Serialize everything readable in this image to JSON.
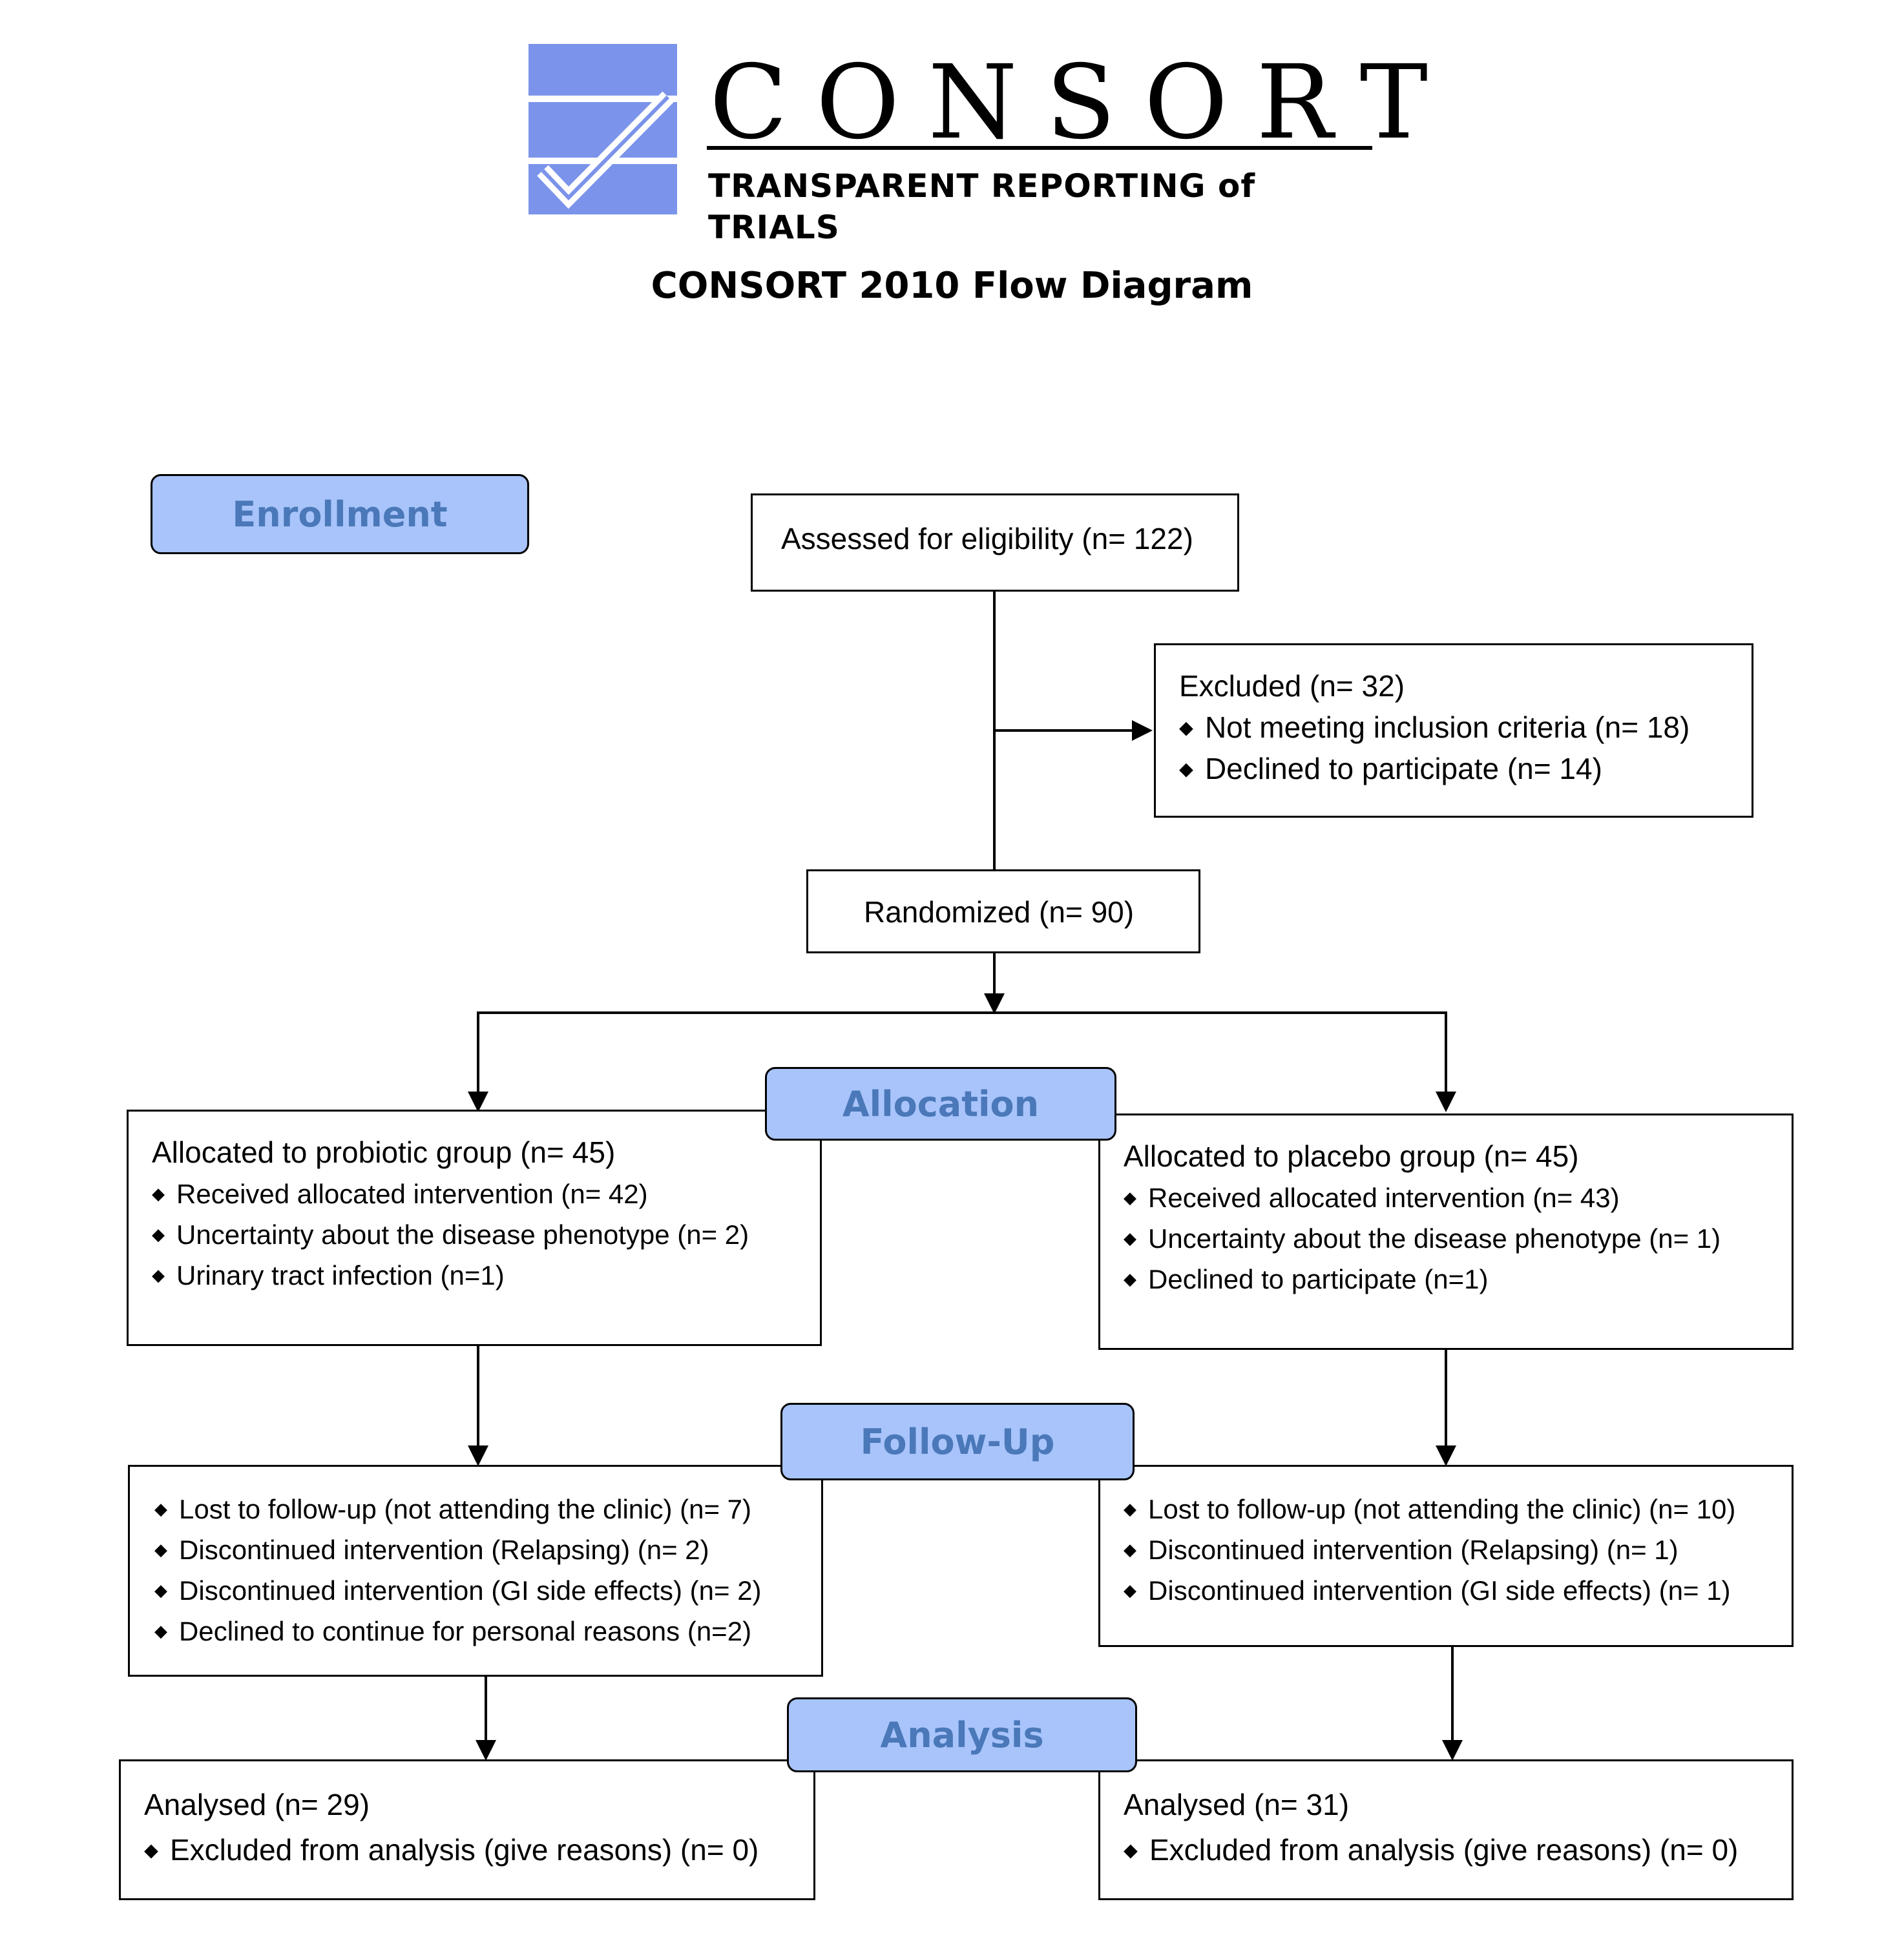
{
  "logo": {
    "wordmark": "CONSORT",
    "tagline": "TRANSPARENT REPORTING of TRIALS",
    "brand_color": "#7b93ea"
  },
  "title": "CONSORT 2010 Flow Diagram",
  "stages": {
    "enrollment": "Enrollment",
    "allocation": "Allocation",
    "follow_up": "Follow-Up",
    "analysis": "Analysis"
  },
  "enrollment": {
    "assessed": "Assessed for eligibility (n= 122)",
    "excluded": {
      "title": "Excluded (n= 32)",
      "items": [
        "Not meeting inclusion criteria (n= 18)",
        "Declined to participate (n= 14)"
      ]
    },
    "randomized": "Randomized (n= 90)"
  },
  "allocation": {
    "left": {
      "title": "Allocated to probiotic group (n= 45)",
      "items": [
        "Received allocated intervention (n= 42)",
        "Uncertainty about the disease phenotype (n= 2)",
        "Urinary tract infection (n=1)"
      ]
    },
    "right": {
      "title": "Allocated to placebo group (n= 45)",
      "items": [
        "Received allocated intervention (n= 43)",
        "Uncertainty about the disease phenotype (n= 1)",
        "Declined to participate (n=1)"
      ]
    }
  },
  "follow_up": {
    "left": {
      "items": [
        "Lost to follow-up (not attending the clinic) (n= 7)",
        "Discontinued intervention (Relapsing) (n= 2)",
        "Discontinued intervention (GI side effects) (n= 2)",
        "Declined to continue for personal reasons (n=2)"
      ]
    },
    "right": {
      "items": [
        "Lost to follow-up (not attending the clinic) (n= 10)",
        "Discontinued intervention (Relapsing) (n= 1)",
        "Discontinued intervention (GI side effects) (n= 1)"
      ]
    }
  },
  "analysis": {
    "left": {
      "title": "Analysed (n= 29)",
      "items": [
        "Excluded from analysis (give reasons) (n= 0)"
      ]
    },
    "right": {
      "title": "Analysed (n= 31)",
      "items": [
        "Excluded from analysis (give reasons) (n= 0)"
      ]
    }
  },
  "colors": {
    "stage_fill": "#a8c4fb",
    "stage_text": "#4a78b8",
    "line": "#000000"
  }
}
